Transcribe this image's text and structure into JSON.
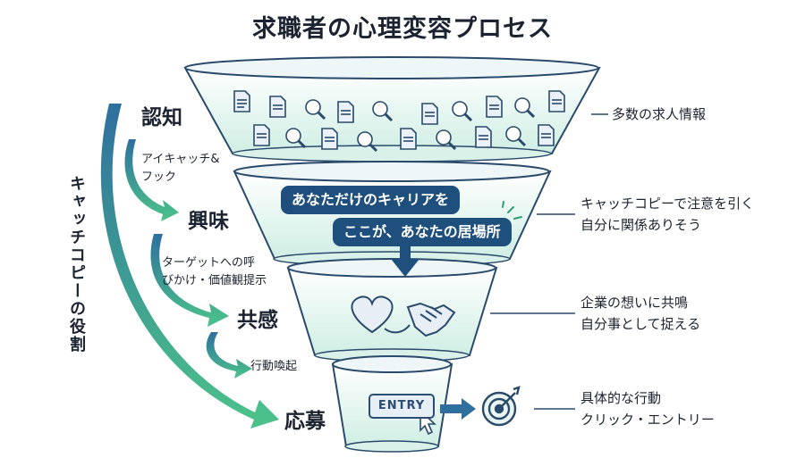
{
  "title": "求職者の心理変容プロセス",
  "stages": {
    "s1": "認知",
    "s2": "興味",
    "s3": "共感",
    "s4": "応募"
  },
  "transitions": {
    "t1_line1": "アイキャッチ&",
    "t1_line2": "フック",
    "t2_line1": "ターゲットへの呼",
    "t2_line2": "びかけ・価値観提示",
    "t3": "行動喚起"
  },
  "side_label": "キャッチコピーの役割",
  "banner": {
    "line1": "あなただけのキャリアを",
    "line2": "ここが、あなたの居場所"
  },
  "entry_button": "ENTRY",
  "notes": {
    "n1": "多数の求人情報",
    "n2_line1": "キャッチコピーで注意を引く",
    "n2_line2": "自分に関係ありそう",
    "n3_line1": "企業の想いに共鳴",
    "n3_line2": "自分事として捉える",
    "n4_line1": "具体的な行動",
    "n4_line2": "クリック・エントリー"
  },
  "colors": {
    "funnel_outline": "#2a4a6b",
    "funnel_fill_top": "#ffffff",
    "funnel_fill_bottom": "#cfeee4",
    "arrow_start": "#2f6f9e",
    "arrow_end": "#4cc38a",
    "banner": "#1f4f7d"
  }
}
